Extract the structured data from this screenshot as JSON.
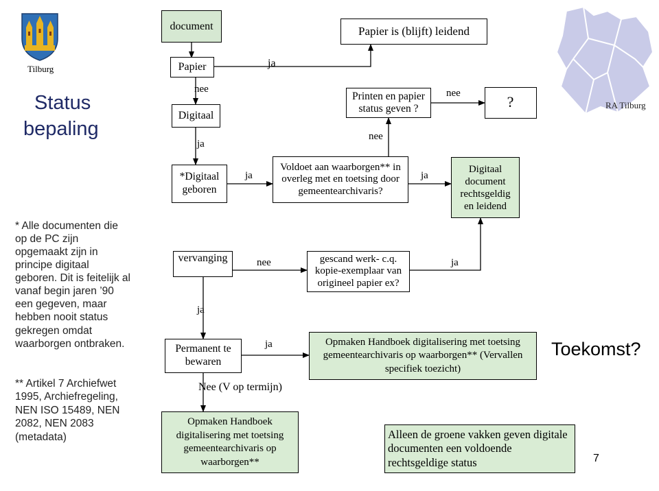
{
  "branding": {
    "city_label": "Tilburg",
    "map_label": "RA Tilburg",
    "coat_of_arms_icon": "tilburg-coat-of-arms-icon",
    "map_icon": "region-map-icon"
  },
  "slide": {
    "title_line1": "Status",
    "title_line2": "bepaling",
    "page_number": "7",
    "future_label": "Toekomst?"
  },
  "notes": {
    "footnote1": "* Alle documenten die op de PC zijn opgemaakt zijn in principe digitaal geboren. Dit is feitelijk al vanaf begin jaren ’90 een gegeven, maar hebben nooit status gekregen omdat waarborgen ontbraken.",
    "footnote2": "** Artikel 7 Archiefwet 1995, Archiefregeling, NEN ISO 15489, NEN 2082, NEN 2083 (metadata)"
  },
  "flow": {
    "document": "document",
    "papier": "Papier",
    "papier_leidend": "Papier is (blijft) leidend",
    "digitaal": "Digitaal",
    "printen": "Printen en papier status geven ?",
    "question_mark": "?",
    "digitaal_geboren": "*Digitaal geboren",
    "voldoet": "Voldoet aan waarborgen** in overleg met en toetsing door gemeentearchivaris?",
    "digitaal_rechtsgeldig": "Digitaal document rechtsgeldig en leidend",
    "vervanging": "vervanging",
    "gescand": "gescand werk- c.q. kopie-exemplaar van origineel papier ex?",
    "permanent": "Permanent te bewaren",
    "handboek_gemeente": "Opmaken Handboek digitalisering met toetsing gemeentearchivaris op waarborgen** (Vervallen specifiek toezicht)",
    "nee_termijn": "Nee (V op termijn)",
    "handboek_links": "Opmaken Handboek digitalisering met toetsing gemeentearchivaris op waarborgen**",
    "alleen_groene": "Alleen de groene vakken geven digitale documenten een voldoende rechtsgeldige status"
  },
  "edge_labels": {
    "ja_papier": "ja",
    "nee_digitaal": "nee",
    "ja_digitaal": "ja",
    "nee_printen": "nee",
    "nee_voldoet": "nee",
    "ja_geboren": "ja",
    "ja_voldoet": "ja",
    "nee_vervanging": "nee",
    "ja_gescand": "ja",
    "ja_vervanging": "ja",
    "ja_permanent": "ja"
  },
  "colors": {
    "green_box": "#d9ecd4",
    "document_box": "#d6e8d2"
  }
}
